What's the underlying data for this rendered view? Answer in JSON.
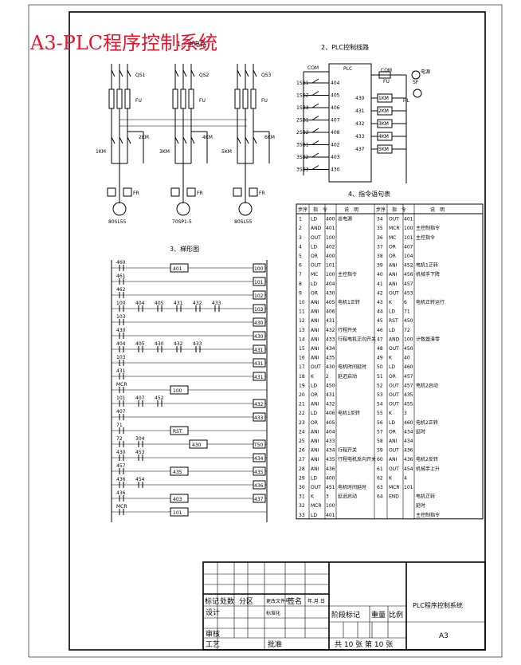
{
  "watermark": "A3-PLC程序控制系统",
  "sections": {
    "main_circuit": "1、主电路",
    "plc_wiring": "2、PLC控制线路",
    "ladder": "3、梯形图",
    "instruction_table": "4、指令语句表"
  },
  "main_circuit": {
    "breakers": [
      "QS1",
      "QS2",
      "QS3"
    ],
    "fuse_label": "FU",
    "contactors": [
      "1KM",
      "2KM",
      "3KM",
      "4KM",
      "5KM",
      "6KM"
    ],
    "relay_labels": [
      "FR",
      "FR",
      "FR"
    ],
    "motors": [
      "80SL55",
      "70SP1-5",
      "80SL55"
    ]
  },
  "plc": {
    "title": "PLC",
    "com_left": "COM",
    "com_right": "COM",
    "fuse": "FU",
    "lamp_label": "电源",
    "lamp_code": "SF",
    "sb_codes": [
      "HL"
    ],
    "inputs": [
      {
        "switch": "1SB1",
        "addr": "404"
      },
      {
        "switch": "1SB2",
        "addr": "405"
      },
      {
        "switch": "1SB3",
        "addr": "406"
      },
      {
        "switch": "2SB1",
        "addr": "407"
      },
      {
        "switch": "2SB2",
        "addr": "408"
      },
      {
        "switch": "3SB1",
        "addr": "402"
      },
      {
        "switch": "3SB2",
        "addr": "403"
      },
      {
        "switch": "3SB3",
        "addr": "430"
      }
    ],
    "outputs": [
      {
        "addr": "430",
        "coil": "1KM"
      },
      {
        "addr": "431",
        "coil": "2KM"
      },
      {
        "addr": "432",
        "coil": "3KM"
      },
      {
        "addr": "433",
        "coil": "4KM"
      },
      {
        "addr": "437",
        "coil": "5KM"
      }
    ]
  },
  "ladder": {
    "rungs": [
      {
        "contacts": [
          "460"
        ],
        "extra": [
          "401"
        ],
        "coil": "100"
      },
      {
        "contacts": [
          "461"
        ],
        "extra": [],
        "coil": "101"
      },
      {
        "contacts": [
          "462"
        ],
        "extra": [],
        "coil": "102"
      },
      {
        "contacts": [
          "100",
          "404",
          "405",
          "431",
          "432",
          "433"
        ],
        "extra": [],
        "coil": "103"
      },
      {
        "contacts": [
          "103"
        ],
        "extra": [],
        "coil": "430"
      },
      {
        "contacts": [
          "430"
        ],
        "extra": [],
        "coil": "430"
      },
      {
        "contacts": [
          "404",
          "405",
          "430",
          "432",
          "433"
        ],
        "extra": [],
        "coil": "431"
      },
      {
        "contacts": [
          "103"
        ],
        "extra": [],
        "coil": "431"
      },
      {
        "contacts": [
          "431"
        ],
        "extra": [],
        "coil": "431"
      },
      {
        "contacts": [
          "MCR"
        ],
        "extra": [
          "100"
        ],
        "coil": ""
      },
      {
        "contacts": [
          "101",
          "407",
          "452"
        ],
        "extra": [],
        "coil": "432"
      },
      {
        "contacts": [
          "407"
        ],
        "extra": [],
        "coil": "433"
      },
      {
        "contacts": [
          "71"
        ],
        "extra": [
          "RST"
        ],
        "coil": ""
      },
      {
        "contacts": [
          "72",
          "304"
        ],
        "extra": [
          "430"
        ],
        "coil": "T50"
      },
      {
        "contacts": [
          "430",
          "453"
        ],
        "extra": [],
        "coil": "434"
      },
      {
        "contacts": [
          "457"
        ],
        "extra": [
          "435"
        ],
        "coil": "435"
      },
      {
        "contacts": [
          "436",
          "454"
        ],
        "extra": [],
        "coil": "436"
      },
      {
        "contacts": [
          "436"
        ],
        "extra": [
          "403"
        ],
        "coil": "437"
      },
      {
        "contacts": [
          "MCR"
        ],
        "extra": [
          "101"
        ],
        "coil": ""
      }
    ]
  },
  "instr_table": {
    "headers": [
      "步序",
      "指　令",
      "说　明",
      "步序",
      "指　令",
      "说　明"
    ],
    "left": [
      [
        "1",
        "LD",
        "400"
      ],
      [
        "2",
        "AND",
        "401"
      ],
      [
        "3",
        "OUT",
        "100"
      ],
      [
        "4",
        "LD",
        "402"
      ],
      [
        "5",
        "OR",
        "400"
      ],
      [
        "6",
        "OUT",
        "101"
      ],
      [
        "7",
        "MC",
        "100"
      ],
      [
        "8",
        "LD",
        "404"
      ],
      [
        "9",
        "OR",
        "430"
      ],
      [
        "10",
        "ANI",
        "405"
      ],
      [
        "11",
        "ANI",
        "406"
      ],
      [
        "12",
        "ANI",
        "431"
      ],
      [
        "13",
        "ANI",
        "432"
      ],
      [
        "14",
        "ANI",
        "433"
      ],
      [
        "15",
        "ANI",
        "434"
      ],
      [
        "16",
        "ANI",
        "435"
      ],
      [
        "17",
        "OUT",
        "430"
      ],
      [
        "18",
        "K",
        "2"
      ],
      [
        "19",
        "LD",
        "450"
      ],
      [
        "20",
        "OR",
        "431"
      ],
      [
        "21",
        "ANI",
        "432"
      ],
      [
        "22",
        "LD",
        "406"
      ],
      [
        "23",
        "OR",
        "405"
      ],
      [
        "24",
        "ANI",
        "404"
      ],
      [
        "25",
        "ANI",
        "433"
      ],
      [
        "26",
        "ANI",
        "434"
      ],
      [
        "27",
        "ANI",
        "435"
      ],
      [
        "28",
        "ANI",
        "436"
      ],
      [
        "29",
        "LD",
        "400"
      ],
      [
        "30",
        "OUT",
        "451"
      ],
      [
        "31",
        "K",
        "3"
      ],
      [
        "32",
        "MCR",
        "100"
      ],
      [
        "33",
        "LD",
        "401"
      ]
    ],
    "right": [
      [
        "34",
        "OUT",
        "401"
      ],
      [
        "35",
        "MCR",
        "100"
      ],
      [
        "36",
        "MC",
        "101"
      ],
      [
        "37",
        "OR",
        "407"
      ],
      [
        "38",
        "OR",
        "104"
      ],
      [
        "39",
        "ANI",
        "452"
      ],
      [
        "40",
        "ANI",
        "456"
      ],
      [
        "41",
        "ANI",
        "457"
      ],
      [
        "42",
        "OUT",
        "453"
      ],
      [
        "43",
        "K",
        "6"
      ],
      [
        "44",
        "LD",
        "71"
      ],
      [
        "45",
        "RST",
        "450"
      ],
      [
        "46",
        "LD",
        "72"
      ],
      [
        "47",
        "AND",
        "100"
      ],
      [
        "48",
        "OUT",
        "450"
      ],
      [
        "49",
        "K",
        "40"
      ],
      [
        "50",
        "LD",
        "460"
      ],
      [
        "51",
        "OR",
        "457"
      ],
      [
        "52",
        "OUT",
        "457"
      ],
      [
        "53",
        "OUT",
        "435"
      ],
      [
        "54",
        "OUT",
        "455"
      ],
      [
        "55",
        "K",
        "3"
      ],
      [
        "56",
        "LD",
        "460"
      ],
      [
        "57",
        "OR",
        "434"
      ],
      [
        "58",
        "ANI",
        "434"
      ],
      [
        "59",
        "OUT",
        "436"
      ],
      [
        "60",
        "ANI",
        "436"
      ],
      [
        "61",
        "OUT",
        "454"
      ],
      [
        "62",
        "K",
        "4"
      ],
      [
        "63",
        "MCR",
        "101"
      ],
      [
        "64",
        "END",
        ""
      ]
    ],
    "left_notes": [
      {
        "row": 1,
        "text": "总电源"
      },
      {
        "row": 7,
        "text": "主控指令"
      },
      {
        "row": 10,
        "text": "电机1正转"
      },
      {
        "row": 13,
        "text": "行程开关"
      },
      {
        "row": 14,
        "text": "行程电机正向开关"
      },
      {
        "row": 17,
        "text": "电机时间延时"
      },
      {
        "row": 18,
        "text": "延迟启动"
      },
      {
        "row": 22,
        "text": "电机1反转"
      },
      {
        "row": 26,
        "text": "行程开关"
      },
      {
        "row": 27,
        "text": "行程电机反向开关"
      },
      {
        "row": 30,
        "text": "电机时间延时"
      },
      {
        "row": 31,
        "text": "延迟启动"
      }
    ],
    "right_notes": [
      {
        "row": 2,
        "text": "主控制指令"
      },
      {
        "row": 3,
        "text": "主控指令"
      },
      {
        "row": 6,
        "text": "电机1正转"
      },
      {
        "row": 7,
        "text": "机械手下降"
      },
      {
        "row": 10,
        "text": "电机正转运行"
      },
      {
        "row": 14,
        "text": "计数器清零"
      },
      {
        "row": 19,
        "text": "电机2启动"
      },
      {
        "row": 23,
        "text": "电机2正转"
      },
      {
        "row": 24,
        "text": "延时"
      },
      {
        "row": 27,
        "text": "电机2反转"
      },
      {
        "row": 28,
        "text": "机械手上升"
      },
      {
        "row": 31,
        "text": "电机正转"
      },
      {
        "row": 32,
        "text": "延时"
      },
      {
        "row": 33,
        "text": "主控制指令"
      }
    ]
  },
  "title_block": {
    "row_labels": [
      "标记",
      "处数",
      "分区",
      "更改文件号",
      "签名",
      "年.月.日"
    ],
    "design": "设计",
    "standard": "标准化",
    "review": "审核",
    "process": "工艺",
    "approve": "批准",
    "stage": "阶段标记",
    "weight": "重量",
    "scale": "比例",
    "sheets": "共 10 张 第 10 张",
    "drawing_name": "PLC程序控制系统",
    "sheet_size": "A3"
  }
}
